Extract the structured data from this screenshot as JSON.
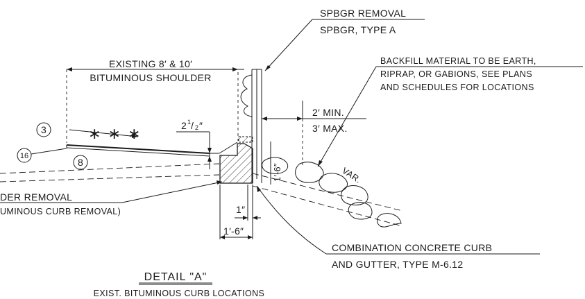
{
  "labels": {
    "spbgr_removal": "SPBGR REMOVAL",
    "spbgr_type": "SPBGR, TYPE A",
    "existing_line1": "EXISTING 8′ & 10′",
    "existing_line2": "BITUMINOUS SHOULDER",
    "backfill_line1": "BACKFILL MATERIAL TO BE EARTH,",
    "backfill_line2": "RIPRAP, OR GABIONS, SEE PLANS",
    "backfill_line3": "AND SCHEDULES FOR LOCATIONS",
    "min_dim": "2′ MIN.",
    "max_dim": "3′ MAX.",
    "thickness_whole": "2",
    "thickness_num": "1",
    "thickness_den": "2",
    "thickness_unit": "″",
    "stars": "∗ ∗ ∗",
    "callout_3": "3",
    "callout_16": "16",
    "callout_8": "8",
    "vertical_dim": "1′-6″",
    "var": "VAR.",
    "removal_line1": "DER REMOVAL",
    "removal_line2": "UMINOUS CURB REMOVAL)",
    "one_inch": "1″",
    "width_dim": "1′-6″",
    "curb_line1": "COMBINATION CONCRETE CURB",
    "curb_line2": "AND GUTTER, TYPE M-6.12",
    "detail_title": "DETAIL \"A\"",
    "detail_subtitle": "EXIST. BITUMINOUS CURB LOCATIONS"
  }
}
